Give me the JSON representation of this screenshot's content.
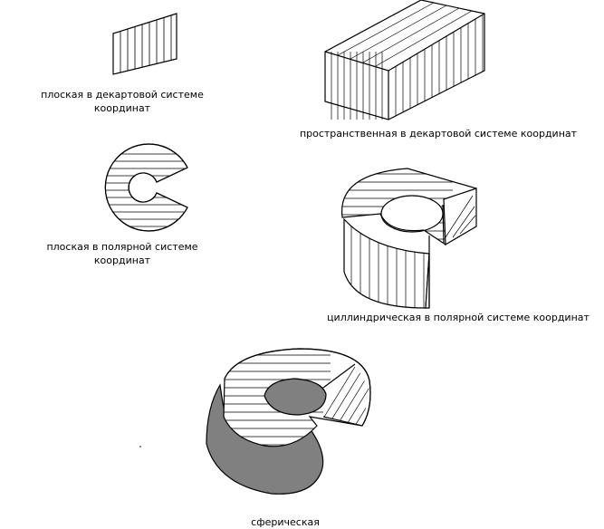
{
  "captions": {
    "flat_cartesian": [
      "плоская в декартовой системе",
      "координат"
    ],
    "spatial_cartesian": "пространственная в декартовой системе координат",
    "flat_polar": [
      "плоская в полярной системе",
      "координат"
    ],
    "cylindrical_polar": "циллиндрическая в полярной системе координат",
    "spherical": "сферическая"
  },
  "colors": {
    "stroke": "#000000",
    "fill": "#ffffff",
    "shaded": "#808080"
  }
}
